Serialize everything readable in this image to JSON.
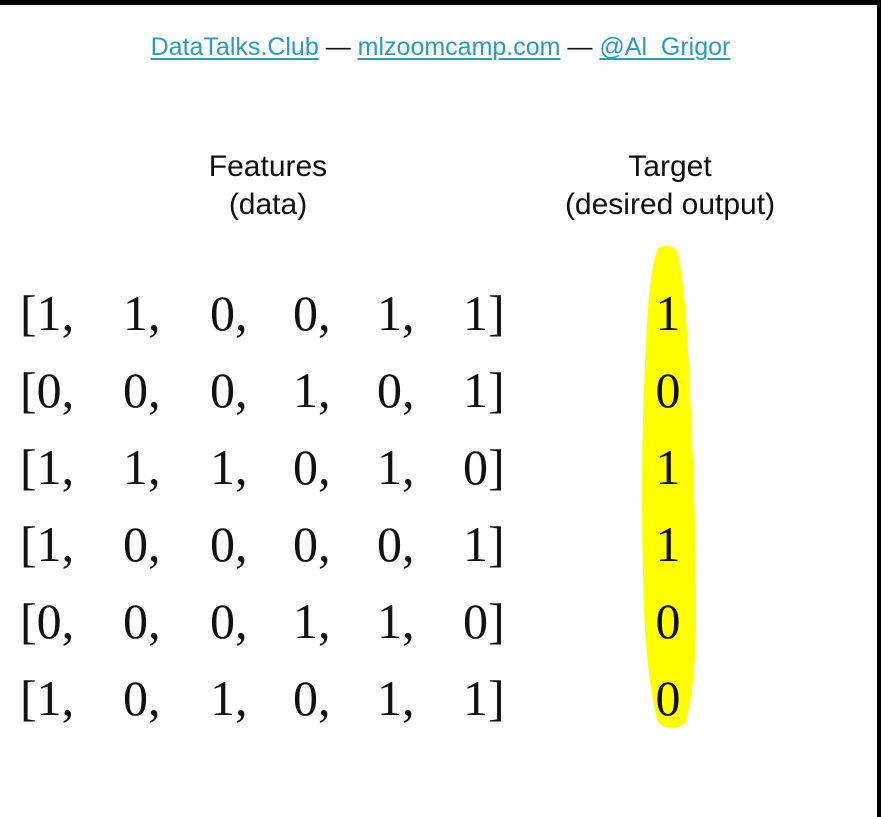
{
  "header": {
    "link1": "DataTalks.Club",
    "sep1": "—",
    "link2": "mlzoomcamp.com",
    "sep2": "—",
    "link3": "@Al_Grigor"
  },
  "features_heading": {
    "line1": "Features",
    "line2": "(data)"
  },
  "target_heading": {
    "line1": "Target",
    "line2": "(desired output)"
  },
  "highlight_color": "#ffff00",
  "rows": [
    {
      "features": [
        "[1,",
        "1,",
        "0,",
        "0,",
        "1,",
        "1]"
      ],
      "target": "1"
    },
    {
      "features": [
        "[0,",
        "0,",
        "0,",
        "1,",
        "0,",
        "1]"
      ],
      "target": "0"
    },
    {
      "features": [
        "[1,",
        "1,",
        "1,",
        "0,",
        "1,",
        "0]"
      ],
      "target": "1"
    },
    {
      "features": [
        "[1,",
        "0,",
        "0,",
        "0,",
        "0,",
        "1]"
      ],
      "target": "1"
    },
    {
      "features": [
        "[0,",
        "0,",
        "0,",
        "1,",
        "1,",
        "0]"
      ],
      "target": "0"
    },
    {
      "features": [
        "[1,",
        "0,",
        "1,",
        "0,",
        "1,",
        "1]"
      ],
      "target": "0"
    }
  ]
}
